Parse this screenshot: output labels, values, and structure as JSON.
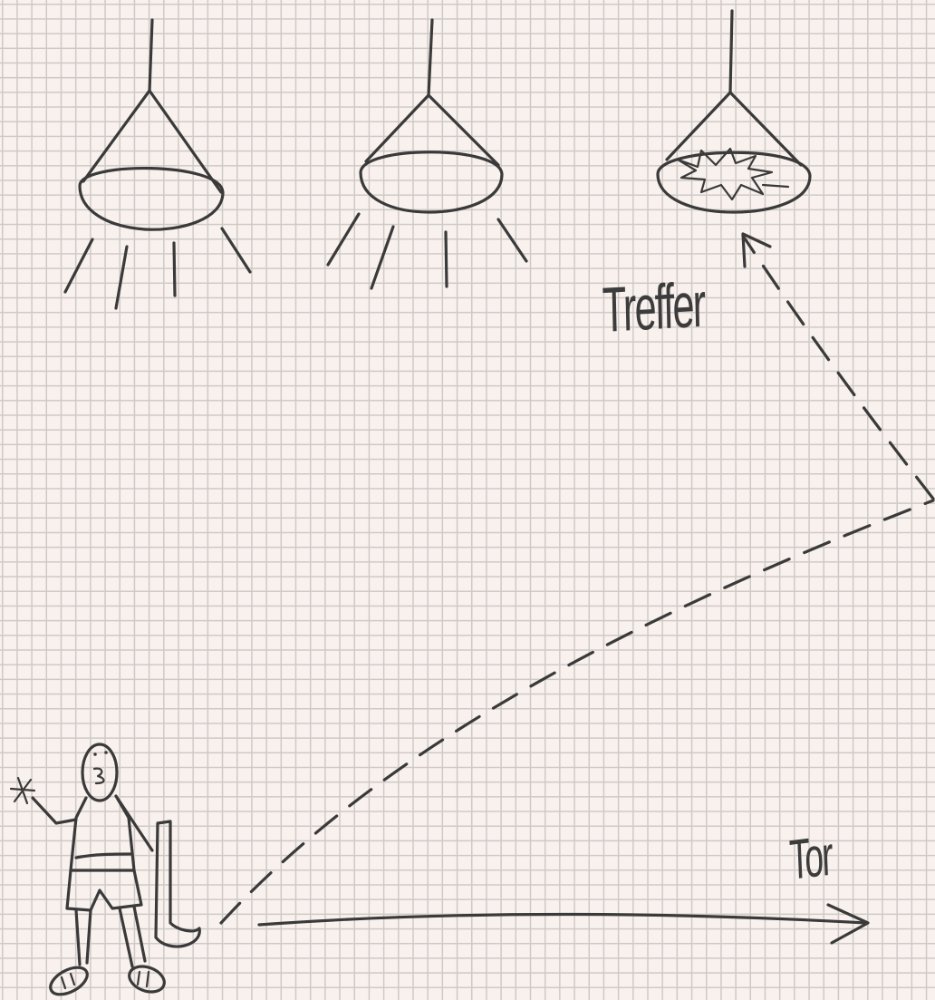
{
  "labels": {
    "hit": "Treffer",
    "goal": "Tor"
  },
  "colors": {
    "paper": "#f8f1ee",
    "grid": "#cfc9c6",
    "ink": "#3a3a3a"
  },
  "figure": {
    "lamps": [
      {
        "name": "lamp-1",
        "state": "lit"
      },
      {
        "name": "lamp-2",
        "state": "lit"
      },
      {
        "name": "lamp-3",
        "state": "broken"
      }
    ],
    "trajectories": [
      {
        "name": "trajectory-to-lamp",
        "style": "dashed"
      },
      {
        "name": "trajectory-to-goal",
        "style": "solid"
      }
    ],
    "player": {
      "holds": "hockey-stick"
    }
  }
}
